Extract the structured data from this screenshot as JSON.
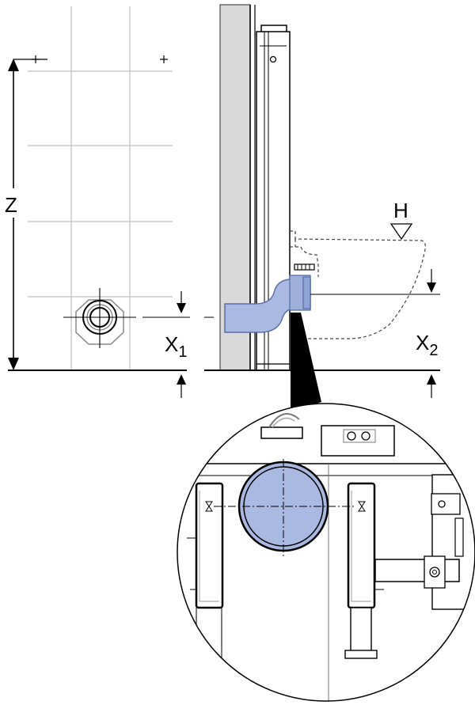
{
  "labels": {
    "z": "Z",
    "h": "H",
    "x1_main": "X",
    "x1_sub": "1",
    "x2_main": "X",
    "x2_sub": "2"
  },
  "colors": {
    "pipe_fill": "#aab9e2",
    "pipe_fill_dark": "#8fa3d6",
    "pipe_stroke": "#5a6fa8",
    "wall_fill": "#d8d8d8",
    "grid_line": "#bfbfbf",
    "line": "#000000"
  },
  "icons": [
    "triangle-down-icon",
    "arrow-up-icon",
    "arrow-down-icon",
    "crosshair-icon"
  ]
}
